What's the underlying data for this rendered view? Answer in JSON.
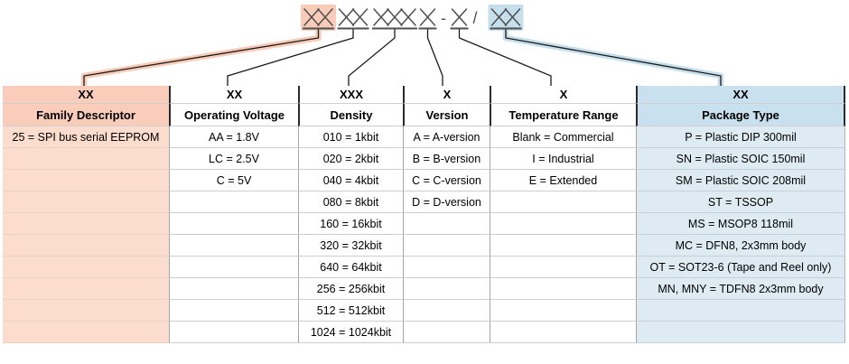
{
  "part_number": {
    "description": "Part number decoder",
    "groups": [
      {
        "code": "XX",
        "highlight": "#f8ccb8"
      },
      {
        "code": "XX"
      },
      {
        "code": "XXX"
      },
      {
        "code": "X"
      },
      {
        "code": "X"
      },
      {
        "code": "XX",
        "highlight": "#c6dfec"
      }
    ],
    "separators": [
      {
        "symbol": "-",
        "after_group": 3
      },
      {
        "symbol": "/",
        "after_group": 4
      }
    ]
  },
  "table": {
    "body_row_count": 10,
    "columns": [
      {
        "code": "XX",
        "name": "Family Descriptor",
        "theme": "salmon",
        "values": [
          "25 = SPI bus serial EEPROM"
        ]
      },
      {
        "code": "XX",
        "name": "Operating Voltage",
        "theme": "white",
        "values": [
          "AA = 1.8V",
          "LC = 2.5V",
          "C = 5V"
        ]
      },
      {
        "code": "XXX",
        "name": "Density",
        "theme": "white",
        "values": [
          "010 = 1kbit",
          "020 = 2kbit",
          "040 = 4kbit",
          "080 = 8kbit",
          "160 = 16kbit",
          "320 = 32kbit",
          "640 = 64kbit",
          "256 = 256kbit",
          "512 = 512kbit",
          "1024 = 1024kbit"
        ]
      },
      {
        "code": "X",
        "name": "Version",
        "theme": "white",
        "values": [
          "A = A-version",
          "B = B-version",
          "C = C-version",
          "D = D-version"
        ]
      },
      {
        "code": "X",
        "name": "Temperature Range",
        "theme": "white",
        "values": [
          "Blank = Commercial",
          "I = Industrial",
          "E = Extended"
        ]
      },
      {
        "code": "XX",
        "name": "Package Type",
        "theme": "blue",
        "values": [
          "P = Plastic DIP 300mil",
          "SN = Plastic SOIC 150mil",
          "SM = Plastic SOIC 208mil",
          "ST = TSSOP",
          "MS = MSOP8 118mil",
          "MC = DFN8, 2x3mm body",
          "OT = SOT23-6 (Tape and Reel only)",
          "MN, MNY = TDFN8 2x3mm body"
        ]
      }
    ]
  },
  "colors": {
    "salmon_highlight": "#f8ccb8",
    "blue_highlight": "#c6dfec",
    "salmon_header": "#facdba",
    "salmon_body": "#fcdccc",
    "blue_header": "#c9e1ee",
    "blue_body": "#deebf2",
    "glyph_stroke": "#4f4f4f",
    "connector_stroke": "#1a1a1a"
  }
}
